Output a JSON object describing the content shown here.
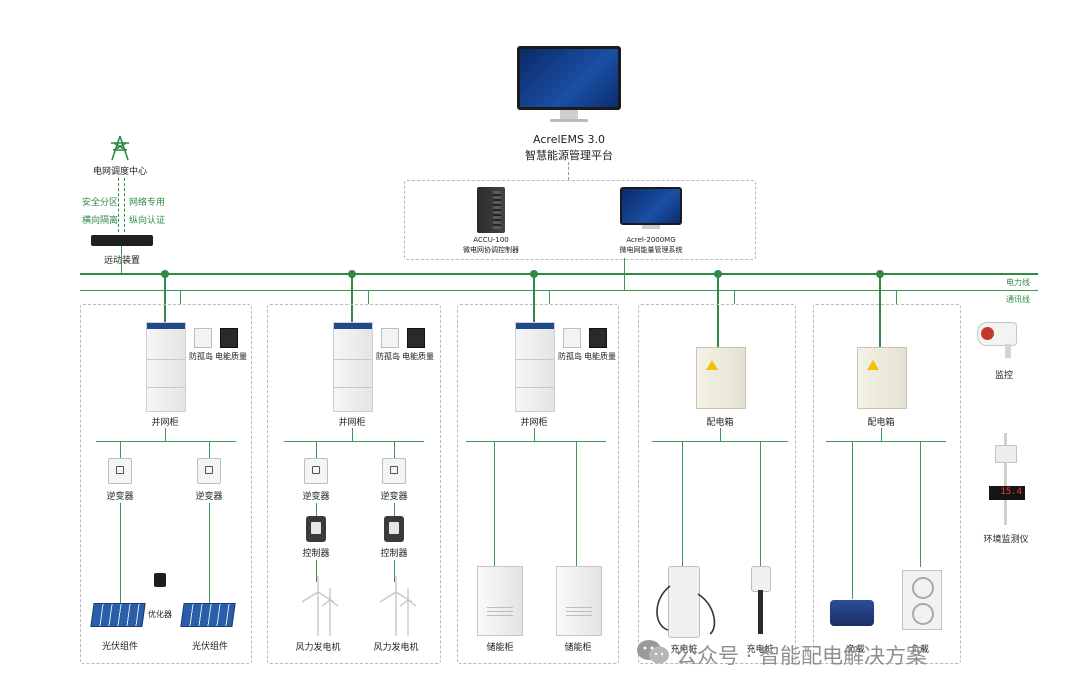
{
  "platform": {
    "line1": "AcrelEMS 3.0",
    "line2": "智慧能源管理平台"
  },
  "grid": {
    "center_label": "电网调度中心",
    "security_left": "安全分区",
    "security_right": "网络专用",
    "iso_left": "横向隔离",
    "iso_right": "纵向认证",
    "device_label": "远动装置"
  },
  "controllers": {
    "accu_model": "ACCU-100",
    "accu_desc": "微电网协调控制器",
    "sys_model": "Acrel-2000MG",
    "sys_desc": "微电网能量管理系统"
  },
  "lines": {
    "power": "电力线",
    "comm": "通讯线"
  },
  "groups": [
    {
      "cabinet_label": "并网柜",
      "meter_labels": [
        "防孤岛",
        "电能质量"
      ],
      "level2_labels": [
        "逆变器",
        "逆变器"
      ],
      "optimizer_label": "优化器",
      "bottom_labels": [
        "光伏组件",
        "光伏组件"
      ]
    },
    {
      "cabinet_label": "并网柜",
      "meter_labels": [
        "防孤岛",
        "电能质量"
      ],
      "level2_labels": [
        "逆变器",
        "逆变器"
      ],
      "level3_labels": [
        "控制器",
        "控制器"
      ],
      "bottom_labels": [
        "风力发电机",
        "风力发电机"
      ]
    },
    {
      "cabinet_label": "并网柜",
      "meter_labels": [
        "防孤岛",
        "电能质量"
      ],
      "bottom_labels": [
        "储能柜",
        "储能柜"
      ]
    },
    {
      "cabinet_label": "配电箱",
      "bottom_labels": [
        "充电桩",
        "充电桩"
      ]
    },
    {
      "cabinet_label": "配电箱",
      "bottom_labels": [
        "负载",
        "负载"
      ]
    }
  ],
  "side": {
    "camera_label": "监控",
    "env_label": "环境监测仪",
    "env_display": "15.4"
  },
  "watermark": "公众号 · 智能配电解决方案",
  "colors": {
    "line_green": "#2e8b45",
    "cabinet_blue": "#1f4a8c",
    "warning_yellow": "#f2c200"
  },
  "icons": [
    "tower-icon",
    "monitor-icon",
    "server-icon",
    "camera-icon",
    "wechat-icon"
  ]
}
